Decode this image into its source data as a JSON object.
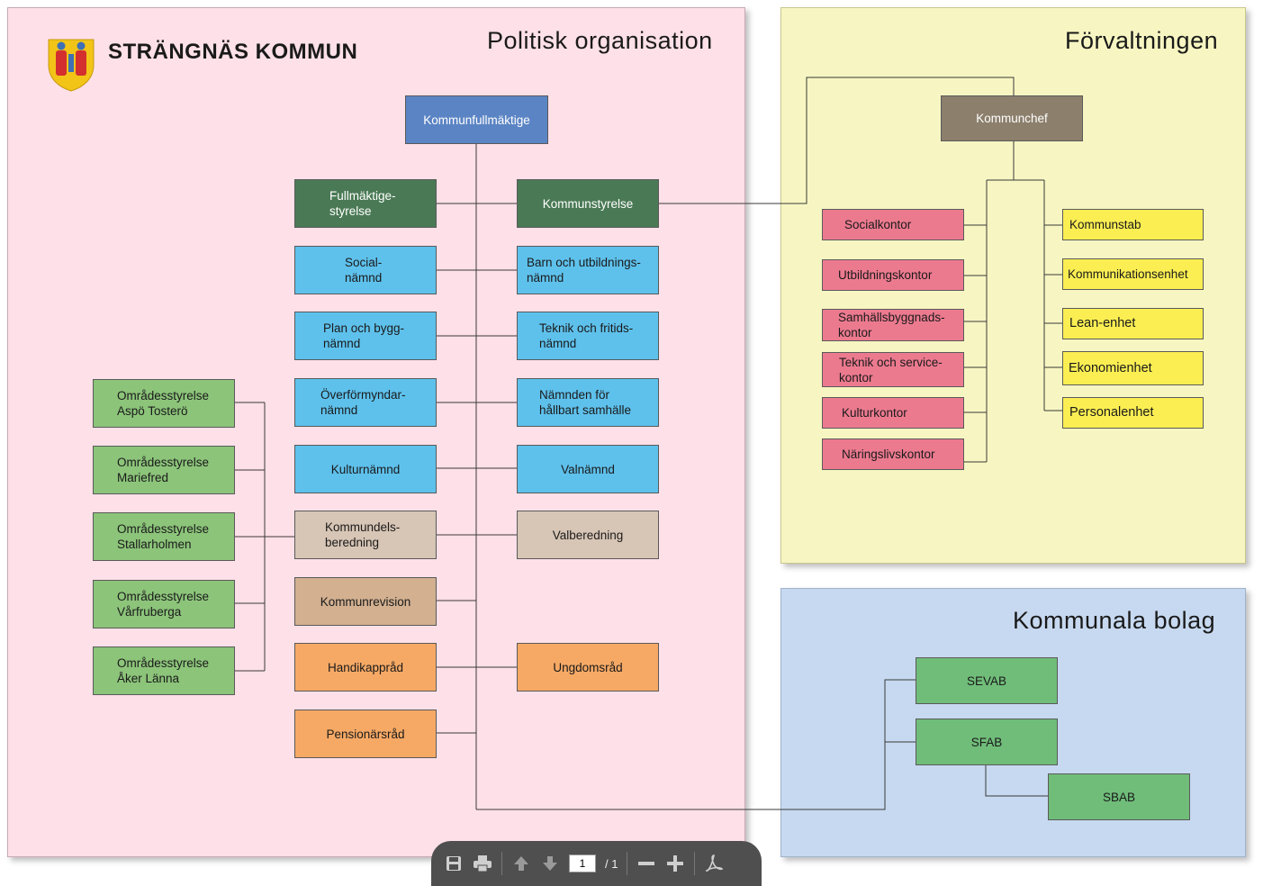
{
  "logo": {
    "text": "STRÄNGNÄS KOMMUN"
  },
  "panels": {
    "politisk": "Politisk organisation",
    "forvaltning": "Förvaltningen",
    "bolag": "Kommunala bolag"
  },
  "politisk": {
    "kommunfullmaktige": "Kommunfullmäktige",
    "fullmaktigestyrelse": "Fullmäktige-\nstyrelse",
    "kommunstyrelse": "Kommunstyrelse",
    "socialnamnd": "Social-\nnämnd",
    "barn_utbildning": "Barn och utbildnings-\nnämnd",
    "plan_bygg": "Plan och bygg-\nnämnd",
    "teknik_fritid": "Teknik och fritids-\nnämnd",
    "overformyndar": "Överförmyndar-\nnämnd",
    "hallbart": "Nämnden för\nhållbart samhälle",
    "kulturnamnd": "Kulturnämnd",
    "valnamnd": "Valnämnd",
    "kommundelsberedning": "Kommundels-\nberedning",
    "valberedning": "Valberedning",
    "kommunrevision": "Kommunrevision",
    "handikappsrad": "Handikappråd",
    "ungdomsrad": "Ungdomsråd",
    "pensionarsrad": "Pensionärsråd",
    "omrade": [
      "Områdesstyrelse\nAspö Tosterö",
      "Områdesstyrelse\nMariefred",
      "Områdesstyrelse\nStallarholmen",
      "Områdesstyrelse\nVårfruberga",
      "Områdesstyrelse\nÅker Länna"
    ]
  },
  "forvaltning": {
    "kommunchef": "Kommunchef",
    "kontor": [
      "Socialkontor",
      "Utbildningskontor",
      "Samhällsbyggnads-\nkontor",
      "Teknik och service-\nkontor",
      "Kulturkontor",
      "Näringslivskontor"
    ],
    "enheter": [
      "Kommunstab",
      "Kommunikationsenhet",
      "Lean-enhet",
      "Ekonomienhet",
      "Personalenhet"
    ]
  },
  "bolag": [
    "SEVAB",
    "SFAB",
    "SBAB"
  ],
  "toolbar": {
    "page": "1",
    "total": "/ 1"
  },
  "colors": {
    "blue_dark": "#5b84c4",
    "green_dark": "#4a7a55",
    "cyan": "#5ec1ec",
    "green_light": "#8cc47a",
    "beige": "#d7c5b5",
    "tan": "#d2b090",
    "orange": "#f6a965",
    "brown": "#8c7f6c",
    "pink": "#ec7a8f",
    "yellow": "#fbee52",
    "bolag_green": "#70bd7a"
  }
}
